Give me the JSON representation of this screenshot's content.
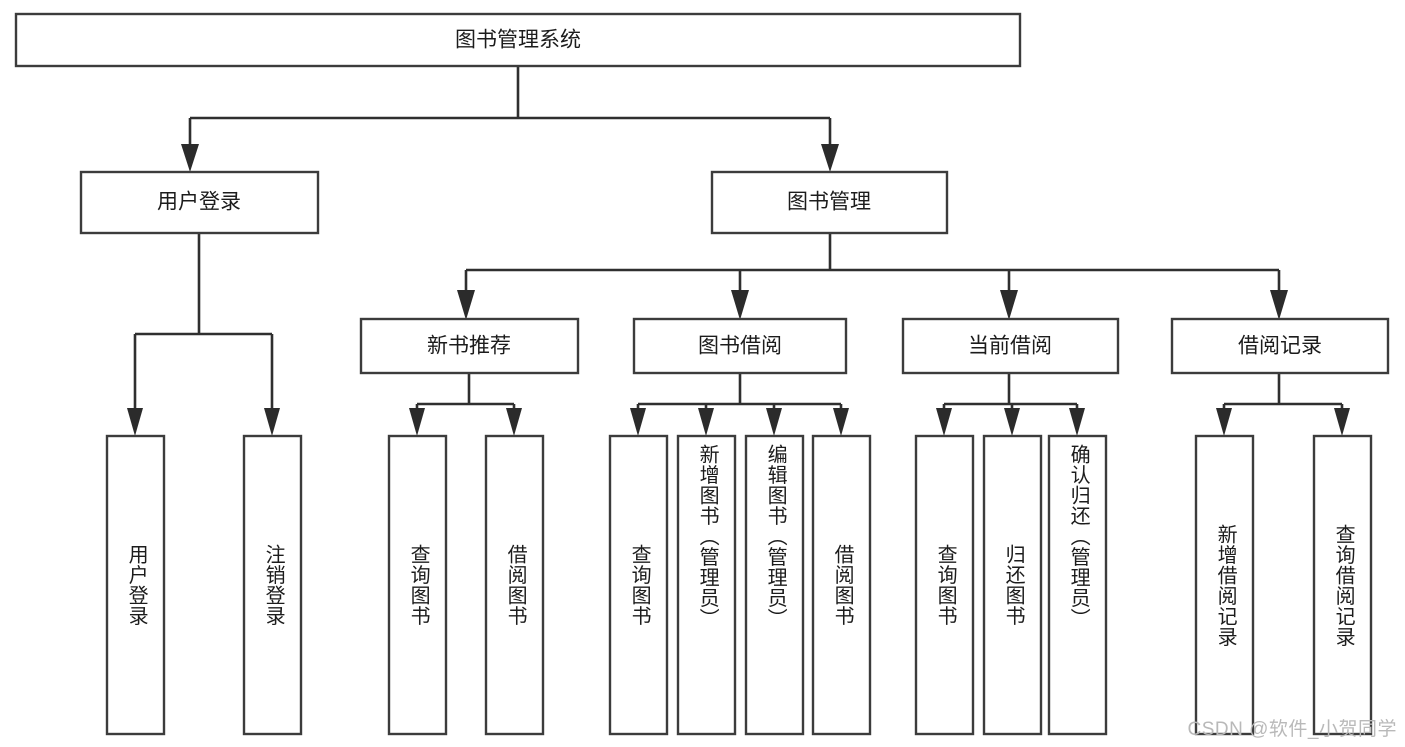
{
  "diagram": {
    "kind": "tree-hierarchy-functional-decomposition",
    "root": {
      "id": "system",
      "label": "图书管理系统"
    },
    "level2": [
      {
        "id": "user-login",
        "label": "用户登录"
      },
      {
        "id": "book-manage",
        "label": "图书管理"
      }
    ],
    "level3": [
      {
        "id": "new-book-recommend",
        "label": "新书推荐",
        "parent": "book-manage"
      },
      {
        "id": "book-borrow",
        "label": "图书借阅",
        "parent": "book-manage"
      },
      {
        "id": "current-borrow",
        "label": "当前借阅",
        "parent": "book-manage"
      },
      {
        "id": "borrow-record",
        "label": "借阅记录",
        "parent": "book-manage"
      }
    ],
    "leaves": [
      {
        "id": "leaf-user-login",
        "label": "用户登录",
        "parent": "user-login"
      },
      {
        "id": "leaf-logout-login",
        "label": "注销登录",
        "parent": "user-login"
      },
      {
        "id": "leaf-query-book-1",
        "label": "查询图书",
        "parent": "new-book-recommend"
      },
      {
        "id": "leaf-borrow-book-1",
        "label": "借阅图书",
        "parent": "new-book-recommend"
      },
      {
        "id": "leaf-query-book-2",
        "label": "查询图书",
        "parent": "book-borrow"
      },
      {
        "id": "leaf-add-book",
        "label": "新增图书（管理员）",
        "parent": "book-borrow"
      },
      {
        "id": "leaf-edit-book",
        "label": "编辑图书（管理员）",
        "parent": "book-borrow"
      },
      {
        "id": "leaf-borrow-book-2",
        "label": "借阅图书",
        "parent": "book-borrow"
      },
      {
        "id": "leaf-query-book-3",
        "label": "查询图书",
        "parent": "current-borrow"
      },
      {
        "id": "leaf-return-book",
        "label": "归还图书",
        "parent": "current-borrow"
      },
      {
        "id": "leaf-confirm-return",
        "label": "确认归还（管理员）",
        "parent": "current-borrow"
      },
      {
        "id": "leaf-add-record",
        "label": "新增借阅记录",
        "parent": "borrow-record"
      },
      {
        "id": "leaf-query-record",
        "label": "查询借阅记录",
        "parent": "borrow-record"
      }
    ],
    "colors": {
      "box_stroke": "#3c3c3c",
      "box_fill": "#ffffff",
      "connector": "#2f2f2f",
      "text": "#1c1c1c",
      "watermark": "#b9b9b9",
      "background": "#ffffff"
    }
  },
  "watermark": {
    "text": "CSDN @软件_小贺同学"
  }
}
